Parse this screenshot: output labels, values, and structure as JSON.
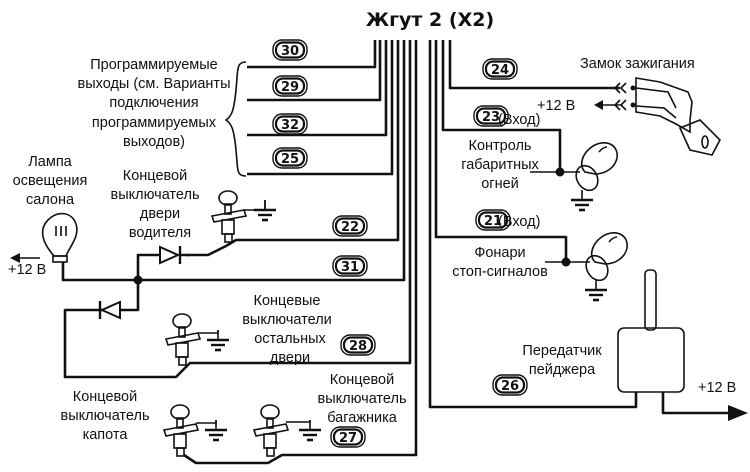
{
  "title": "Жгут 2 (X2)",
  "wires": [
    "30",
    "29",
    "32",
    "25",
    "22",
    "31",
    "28",
    "27",
    "26",
    "21",
    "23",
    "24"
  ],
  "labels": {
    "programmable": [
      "Программируемые",
      "выходы (см. Варианты",
      "подключения",
      "программируемых",
      "выходов)"
    ],
    "cabin_lamp": [
      "Лампа",
      "освещения",
      "салона"
    ],
    "driver_switch": [
      "Концевой",
      "выключатель",
      "двери",
      "водителя"
    ],
    "other_doors": [
      "Концевые",
      "выключатели",
      "остальных",
      "двери"
    ],
    "hood_switch": [
      "Концевой",
      "выключатель",
      "капота"
    ],
    "trunk_switch": [
      "Концевой",
      "выключатель",
      "багажника"
    ],
    "ignition": "Замок зажигания",
    "plus12_ignition": "+12 В",
    "input_23": "(Вход)",
    "parking_lights": [
      "Контроль",
      "габаритных",
      "огней"
    ],
    "input_21": "(Вход)",
    "brake_lights": [
      "Фонари",
      "стоп-сигналов"
    ],
    "pager": [
      "Передатчик",
      "пейджера"
    ],
    "plus12_pager": "+12 В",
    "plus12_lamp": "+12 В"
  }
}
